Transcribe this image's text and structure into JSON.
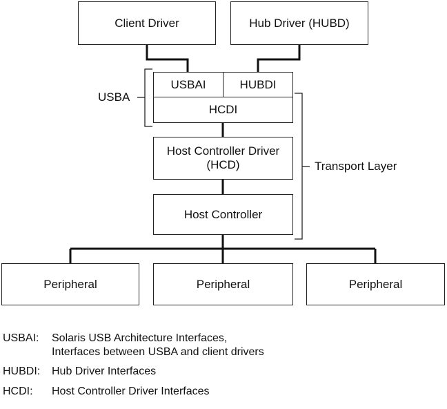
{
  "diagram": {
    "boxes": {
      "client_driver": "Client Driver",
      "hub_driver": "Hub Driver (HUBD)",
      "usbai": "USBAI",
      "hubdi": "HUBDI",
      "hcdi": "HCDI",
      "hcd_line1": "Host Controller Driver",
      "hcd_line2": "(HCD)",
      "host_controller": "Host Controller",
      "peripheral_1": "Peripheral",
      "peripheral_2": "Peripheral",
      "peripheral_3": "Peripheral"
    },
    "brackets": {
      "usba": "USBA",
      "transport_layer": "Transport Layer"
    }
  },
  "legend": [
    {
      "abbr": "USBAI:",
      "line1": "Solaris USB Architecture Interfaces,",
      "line2": "Interfaces between USBA and client drivers"
    },
    {
      "abbr": "HUBDI:",
      "line1": "Hub Driver Interfaces"
    },
    {
      "abbr": "HCDI:",
      "line1": "Host Controller Driver Interfaces"
    }
  ]
}
